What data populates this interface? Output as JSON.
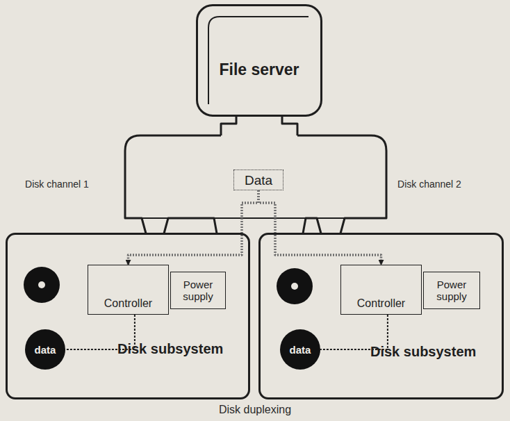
{
  "diagram": {
    "caption": "Disk duplexing",
    "nodes": [
      {
        "text": [
          "File server"
        ]
      },
      {
        "text": [
          "Data"
        ]
      },
      {
        "text": [
          "Disk subsystem"
        ]
      },
      {
        "text": [
          "Controller"
        ],
        "in": 2
      },
      {
        "text": [
          "Power supply"
        ],
        "in": 2
      },
      {
        "text": [
          "data"
        ],
        "in": 2
      },
      {
        "text": [
          "Disk subsystem"
        ]
      },
      {
        "text": [
          "Controller"
        ],
        "in": 6
      },
      {
        "text": [
          "Power supply"
        ],
        "in": 6
      },
      {
        "text": [
          "data"
        ],
        "in": 6
      }
    ],
    "edges": [
      {
        "from": 1,
        "to": 3,
        "arrow": "to"
      },
      {
        "from": 1,
        "to": 7,
        "arrow": "to"
      },
      {
        "from": 3,
        "to": 5,
        "arrow": "none"
      },
      {
        "from": 7,
        "to": 9,
        "arrow": "none"
      }
    ],
    "labels": [
      "Disk channel 1",
      "Disk channel 2"
    ]
  }
}
